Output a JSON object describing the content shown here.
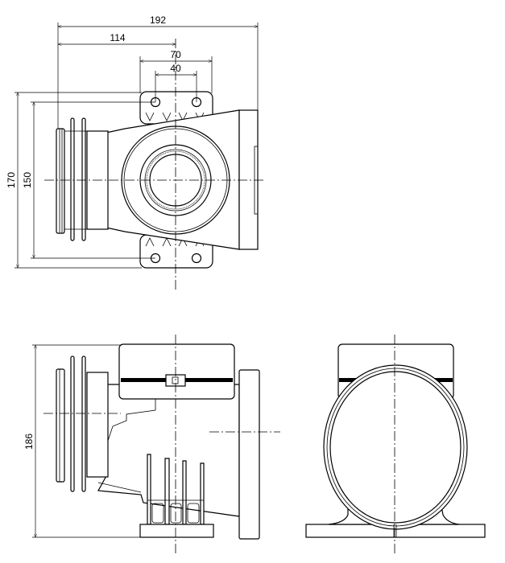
{
  "drawing": {
    "top_view": {
      "dimensions": {
        "overall_width": "192",
        "outlet_to_center": "114",
        "mount_plate_width": "70",
        "hole_spacing_x": "40",
        "overall_depth": "170",
        "hole_spacing_y": "150"
      }
    },
    "side_view": {
      "dimensions": {
        "overall_height": "186"
      }
    },
    "front_view": {}
  }
}
